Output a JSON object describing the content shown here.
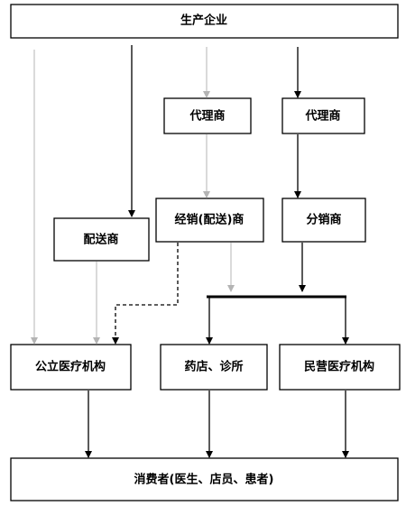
{
  "nodes": {
    "producer": "生产企业",
    "agent_1": "代理商",
    "agent_2": "代理商",
    "distributor_delivery": "配送商",
    "dealer_delivery": "经销(配送)商",
    "sub_dealer": "分销商",
    "public_hospital": "公立医疗机构",
    "pharmacy_clinic": "药店、诊所",
    "private_hospital": "民营医疗机构",
    "consumer": "消费者(医生、店员、患者)"
  }
}
